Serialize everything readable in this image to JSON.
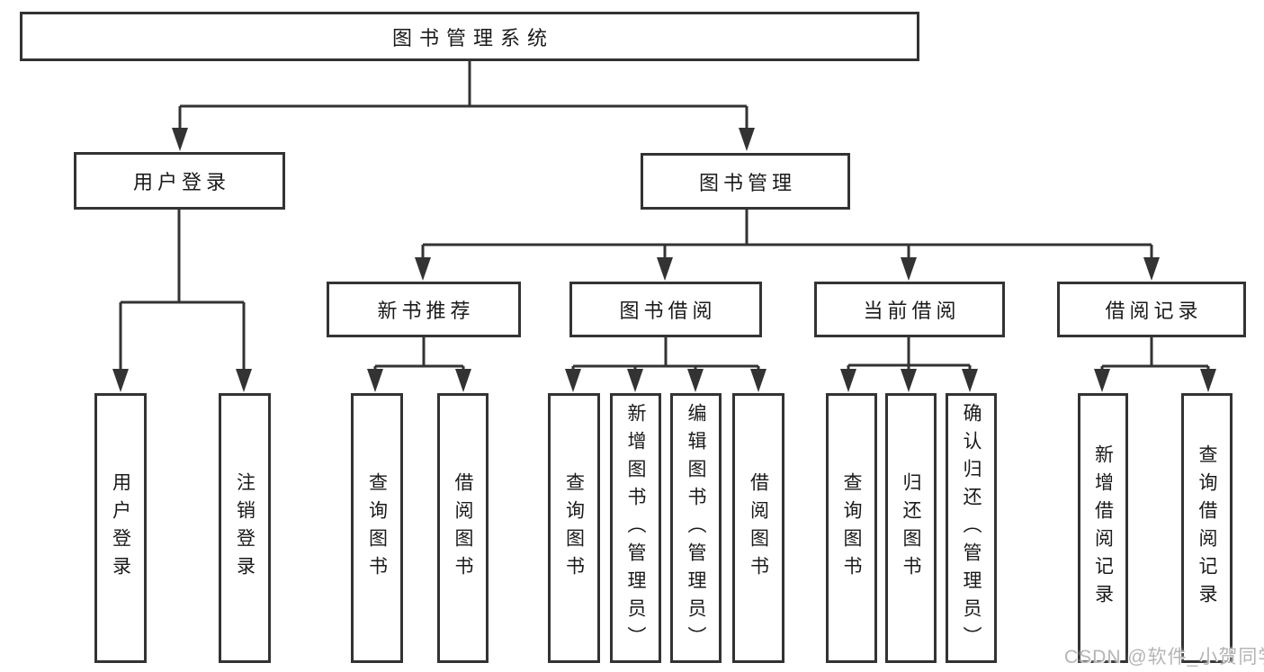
{
  "diagram_title": "图书管理系统",
  "colors": {
    "line": "#333333",
    "text": "#1a1a1a",
    "background": "#ffffff",
    "watermark": "#b5b5b5"
  },
  "nodes": {
    "root": {
      "label": "图书管理系统"
    },
    "branches": [
      {
        "label": "用户登录",
        "children": [
          {
            "label": "用户登录"
          },
          {
            "label": "注销登录"
          }
        ]
      },
      {
        "label": "图书管理",
        "children": [
          {
            "label": "新书推荐",
            "children": [
              {
                "label": "查询图书"
              },
              {
                "label": "借阅图书"
              }
            ]
          },
          {
            "label": "图书借阅",
            "children": [
              {
                "label": "查询图书"
              },
              {
                "label": "新增图书（管理员）"
              },
              {
                "label": "编辑图书（管理员）"
              },
              {
                "label": "借阅图书"
              }
            ]
          },
          {
            "label": "当前借阅",
            "children": [
              {
                "label": "查询图书"
              },
              {
                "label": "归还图书"
              },
              {
                "label": "确认归还（管理员）"
              }
            ]
          },
          {
            "label": "借阅记录",
            "children": [
              {
                "label": "新增借阅记录"
              },
              {
                "label": "查询借阅记录"
              }
            ]
          }
        ]
      }
    ]
  },
  "watermark": {
    "text": "CSDN @软件_小贺同学"
  }
}
